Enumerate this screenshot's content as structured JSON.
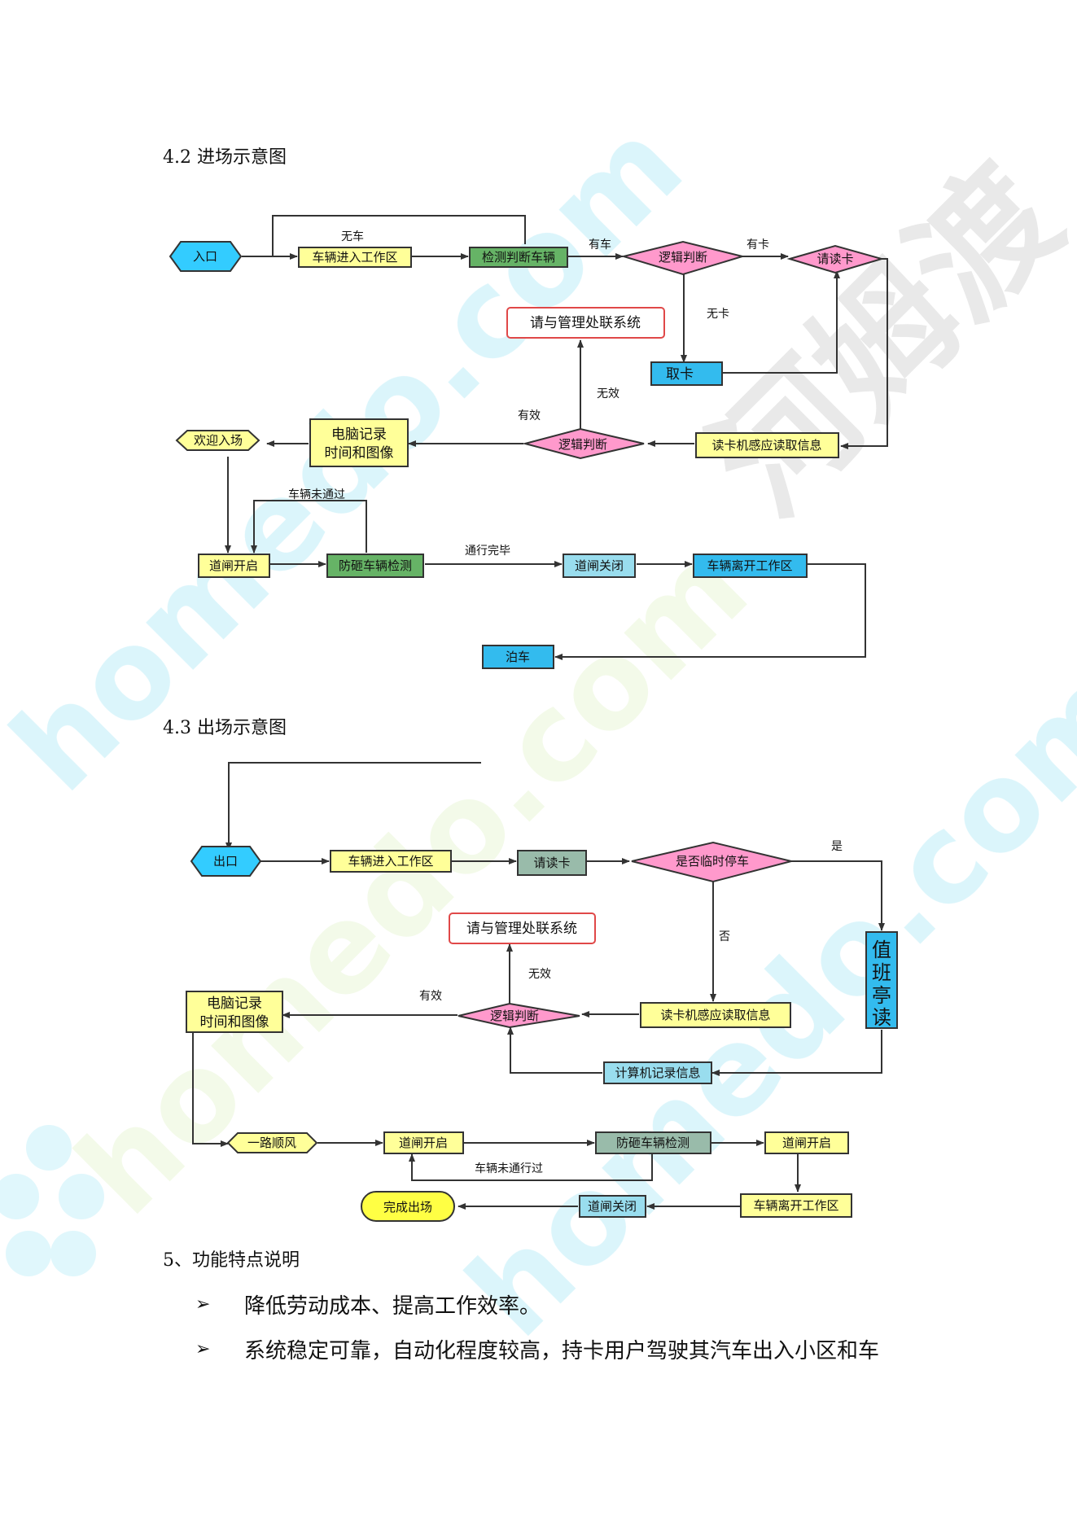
{
  "watermark": {
    "text_cn": "河姆渡",
    "text_en": "homedo.com"
  },
  "section_entry": {
    "heading": "4.2 进场示意图",
    "nodes": {
      "entrance": "入口",
      "vehicle_enter": "车辆进入工作区",
      "detect_vehicle": "检测判断车辆",
      "logic_1": "逻辑判断",
      "read_card_prompt": "请读卡",
      "contact_admin": "请与管理处联系统",
      "take_card": "取卡",
      "logic_2": "逻辑判断",
      "card_reader": "读卡机感应读取信息",
      "computer_record_1": "电脑记录",
      "computer_record_2": "时间和图像",
      "welcome": "欢迎入场",
      "gate_open": "道闸开启",
      "anti_smash": "防砸车辆检测",
      "gate_close": "道闸关闭",
      "vehicle_leave": "车辆离开工作区",
      "parking": "泊车"
    },
    "labels": {
      "no_vehicle": "无车",
      "has_vehicle": "有车",
      "has_card": "有卡",
      "no_card": "无卡",
      "invalid": "无效",
      "valid": "有效",
      "not_passed": "车辆未通过",
      "pass_done": "通行完毕"
    }
  },
  "section_exit": {
    "heading": "4.3 出场示意图",
    "nodes": {
      "exit": "出口",
      "vehicle_enter": "车辆进入工作区",
      "read_card_prompt": "请读卡",
      "temp_parking": "是否临时停车",
      "duty_booth": "值班亭读",
      "contact_admin": "请与管理处联系统",
      "card_reader": "读卡机感应读取信息",
      "logic": "逻辑判断",
      "computer_record_1": "电脑记录",
      "computer_record_2": "时间和图像",
      "computer_info": "计算机记录信息",
      "farewell": "一路顺风",
      "gate_open_1": "道闸开启",
      "anti_smash": "防砸车辆检测",
      "gate_open_2": "道闸开启",
      "vehicle_leave": "车辆离开工作区",
      "gate_close": "道闸关闭",
      "done": "完成出场"
    },
    "labels": {
      "yes": "是",
      "no": "否",
      "invalid": "无效",
      "valid": "有效",
      "not_passed": "车辆未通行过"
    }
  },
  "section_features": {
    "heading": "5、功能特点说明",
    "items": [
      "降低劳动成本、提高工作效率。",
      "系统稳定可靠，自动化程度较高，持卡用户驾驶其汽车出入小区和车"
    ],
    "bullet": "➢"
  },
  "colors": {
    "yellow": "#ffff99",
    "green": "#66b366",
    "cyan": "#33ccff",
    "pink": "#ff99cc",
    "light_blue": "#99ddee",
    "teal_gray": "#99bbaa"
  }
}
